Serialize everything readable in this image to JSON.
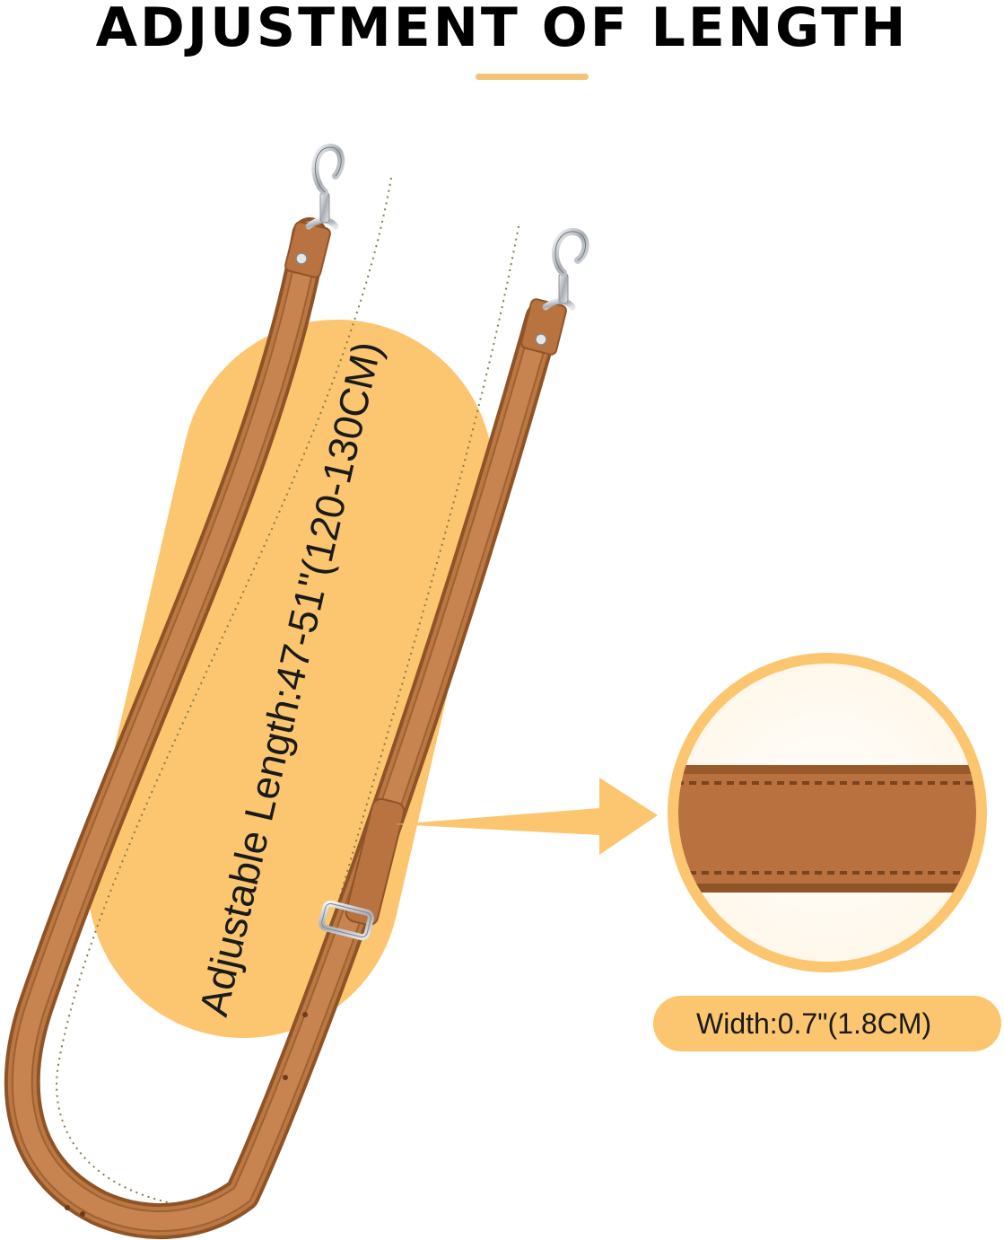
{
  "header": {
    "title": "ADJUSTMENT OF LENGTH"
  },
  "callouts": {
    "length_label": "Adjustable Length:47-51\"(120-130CM)",
    "width_label": "Width:0.7\"(1.8CM)"
  },
  "colors": {
    "accent_pill": "#fbc66f",
    "accent_line": "#f2c47a",
    "leather": "#b87341",
    "leather_dark": "#8e5428",
    "stitching": "#7a4420",
    "hardware": "#c9cdd2",
    "dotted_guide": "#8a7a4a"
  },
  "icons": {
    "left_hook": "swivel-snap-hook-icon",
    "right_hook": "swivel-snap-hook-icon",
    "buckle": "strap-buckle-icon",
    "arrow": "arrow-right-icon"
  }
}
